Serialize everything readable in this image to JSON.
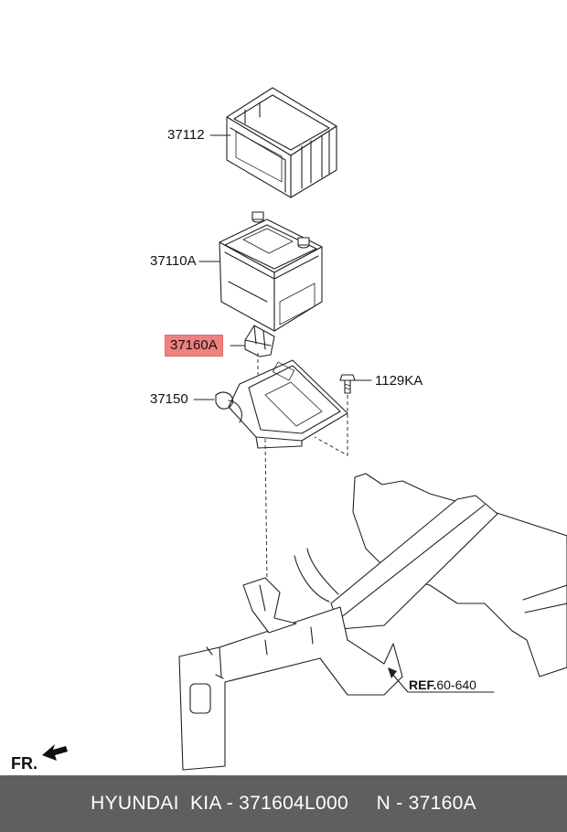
{
  "parts": {
    "battery_tray_cover": "37112",
    "battery": "37110A",
    "clamp": "37160A",
    "tray": "37150",
    "bolt": "1129KA"
  },
  "reference": {
    "prefix": "REF.",
    "code": "60-640"
  },
  "direction": {
    "label": "FR."
  },
  "footer": {
    "text": "HYUNDAI  KIA - 371604L000     N - 37160A"
  },
  "colors": {
    "highlight": "#f08080",
    "footer_bg": "#5f5f5f"
  }
}
